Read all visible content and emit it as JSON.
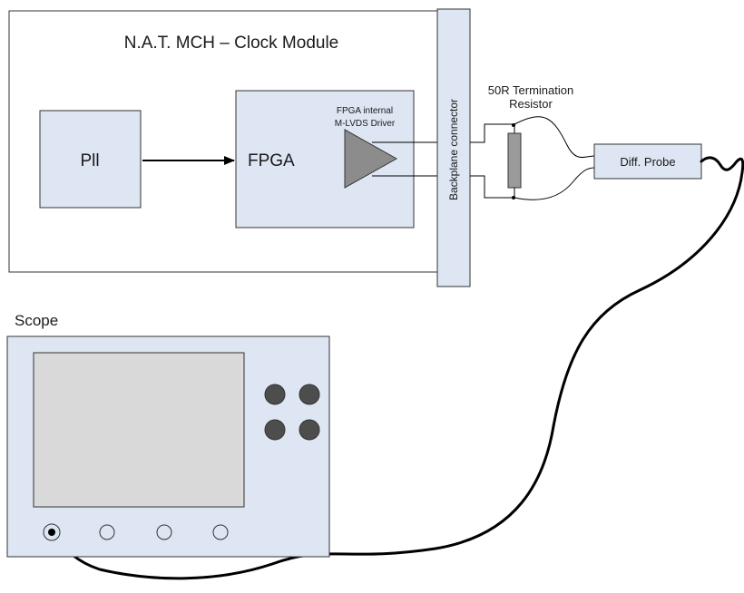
{
  "module": {
    "title": "N.A.T. MCH – Clock Module",
    "pll_label": "Pll",
    "fpga_label": "FPGA",
    "driver_label_line1": "FPGA internal",
    "driver_label_line2": "M-LVDS Driver"
  },
  "backplane": {
    "label": "Backplane connector"
  },
  "termination": {
    "label_line1": "50R Termination",
    "label_line2": "Resistor"
  },
  "probe": {
    "label": "Diff. Probe"
  },
  "scope": {
    "label": "Scope"
  },
  "colors": {
    "box_fill": "#dde6f2",
    "outline": "#333333",
    "driver_fill": "#8c8c8c",
    "resistor_fill": "#9a9a9a",
    "knob_fill": "#4d4d4d"
  }
}
